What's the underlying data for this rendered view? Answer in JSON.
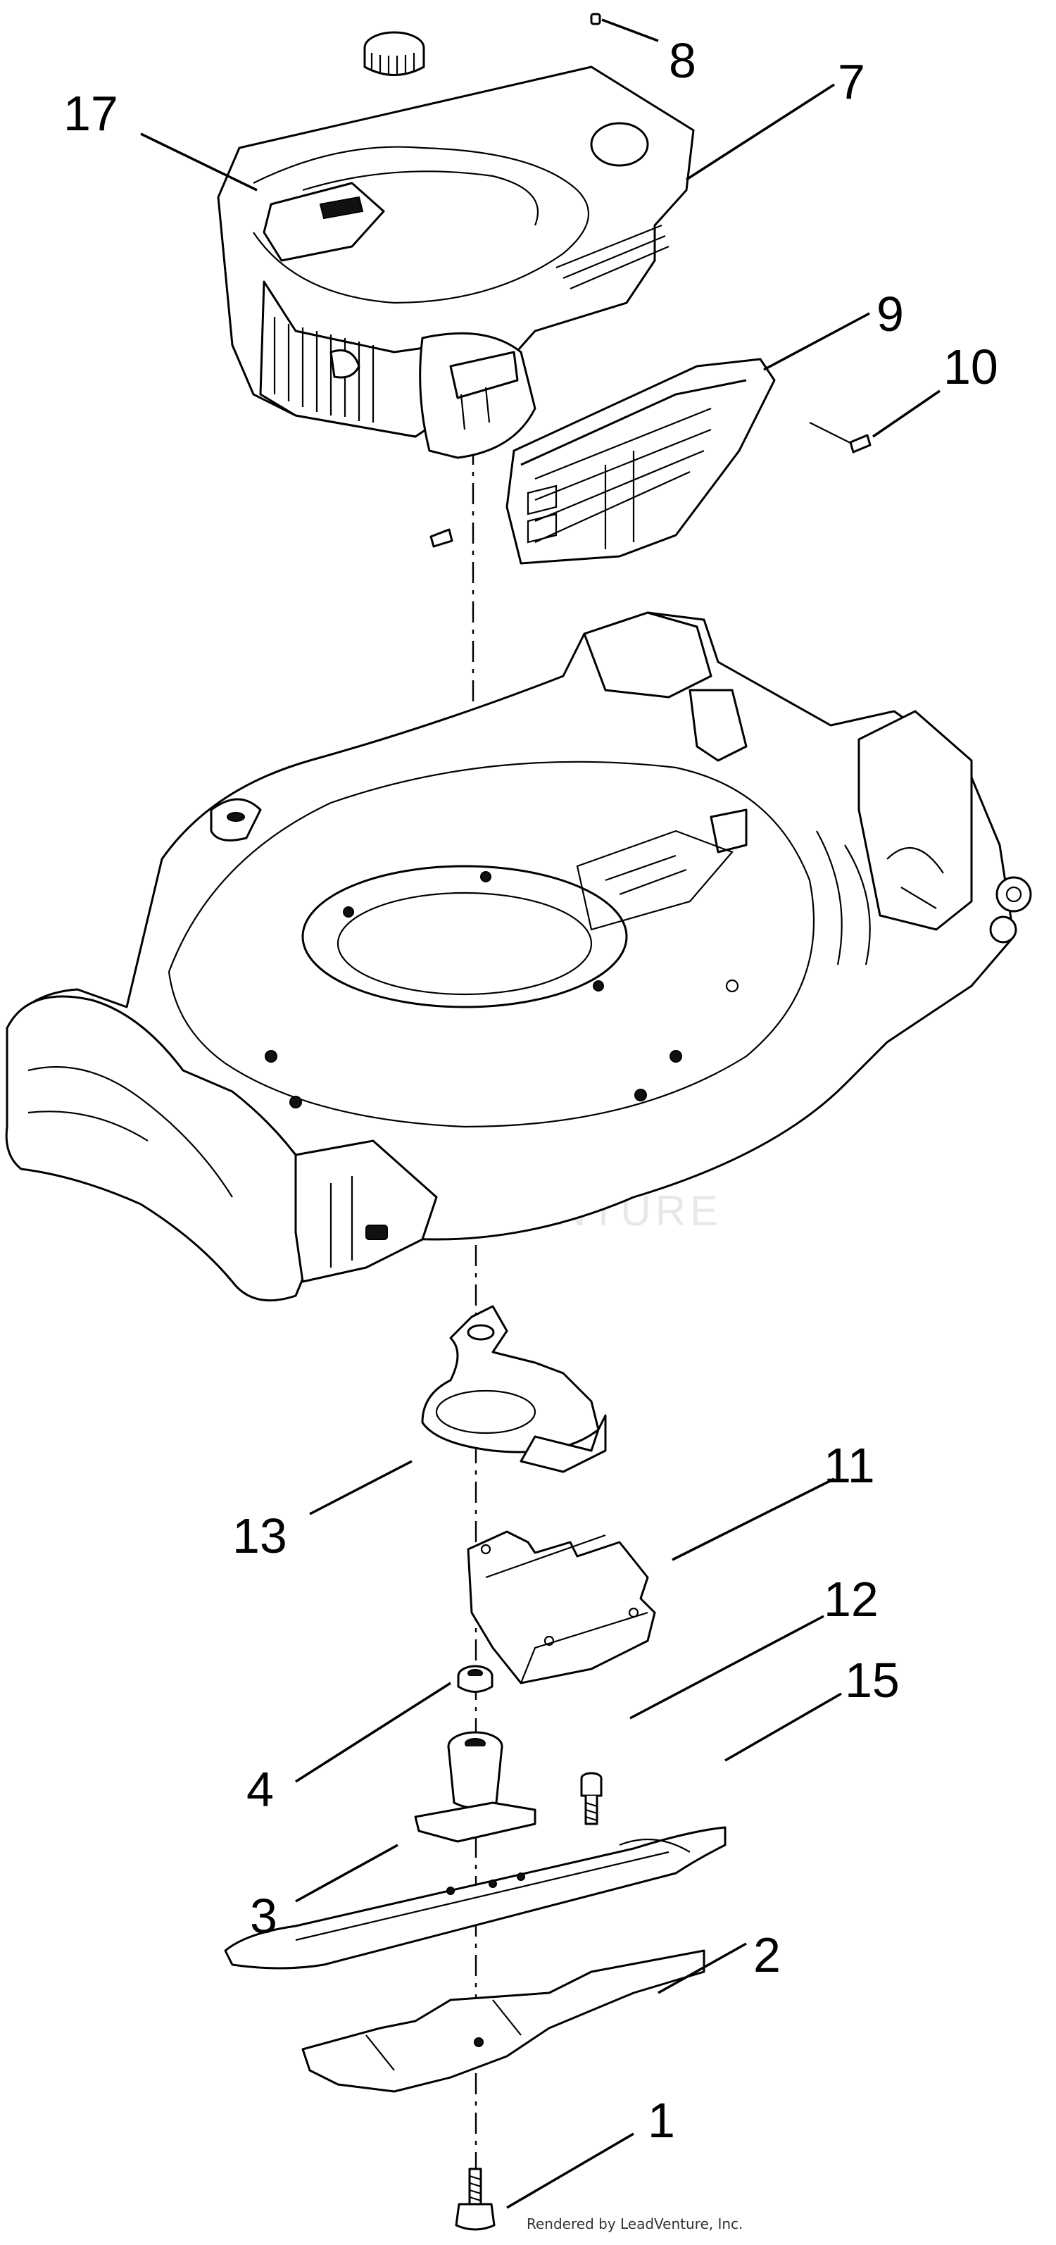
{
  "diagram": {
    "type": "exploded-parts-view",
    "callouts": [
      {
        "id": "c17",
        "label": "17"
      },
      {
        "id": "c8",
        "label": "8"
      },
      {
        "id": "c7",
        "label": "7"
      },
      {
        "id": "c9",
        "label": "9"
      },
      {
        "id": "c10",
        "label": "10"
      },
      {
        "id": "c13",
        "label": "13"
      },
      {
        "id": "c11",
        "label": "11"
      },
      {
        "id": "c12",
        "label": "12"
      },
      {
        "id": "c15",
        "label": "15"
      },
      {
        "id": "c4",
        "label": "4"
      },
      {
        "id": "c3",
        "label": "3"
      },
      {
        "id": "c2",
        "label": "2"
      },
      {
        "id": "c1",
        "label": "1"
      }
    ],
    "watermark": "JACKVENTURE",
    "credit": "Rendered by LeadVenture, Inc."
  }
}
